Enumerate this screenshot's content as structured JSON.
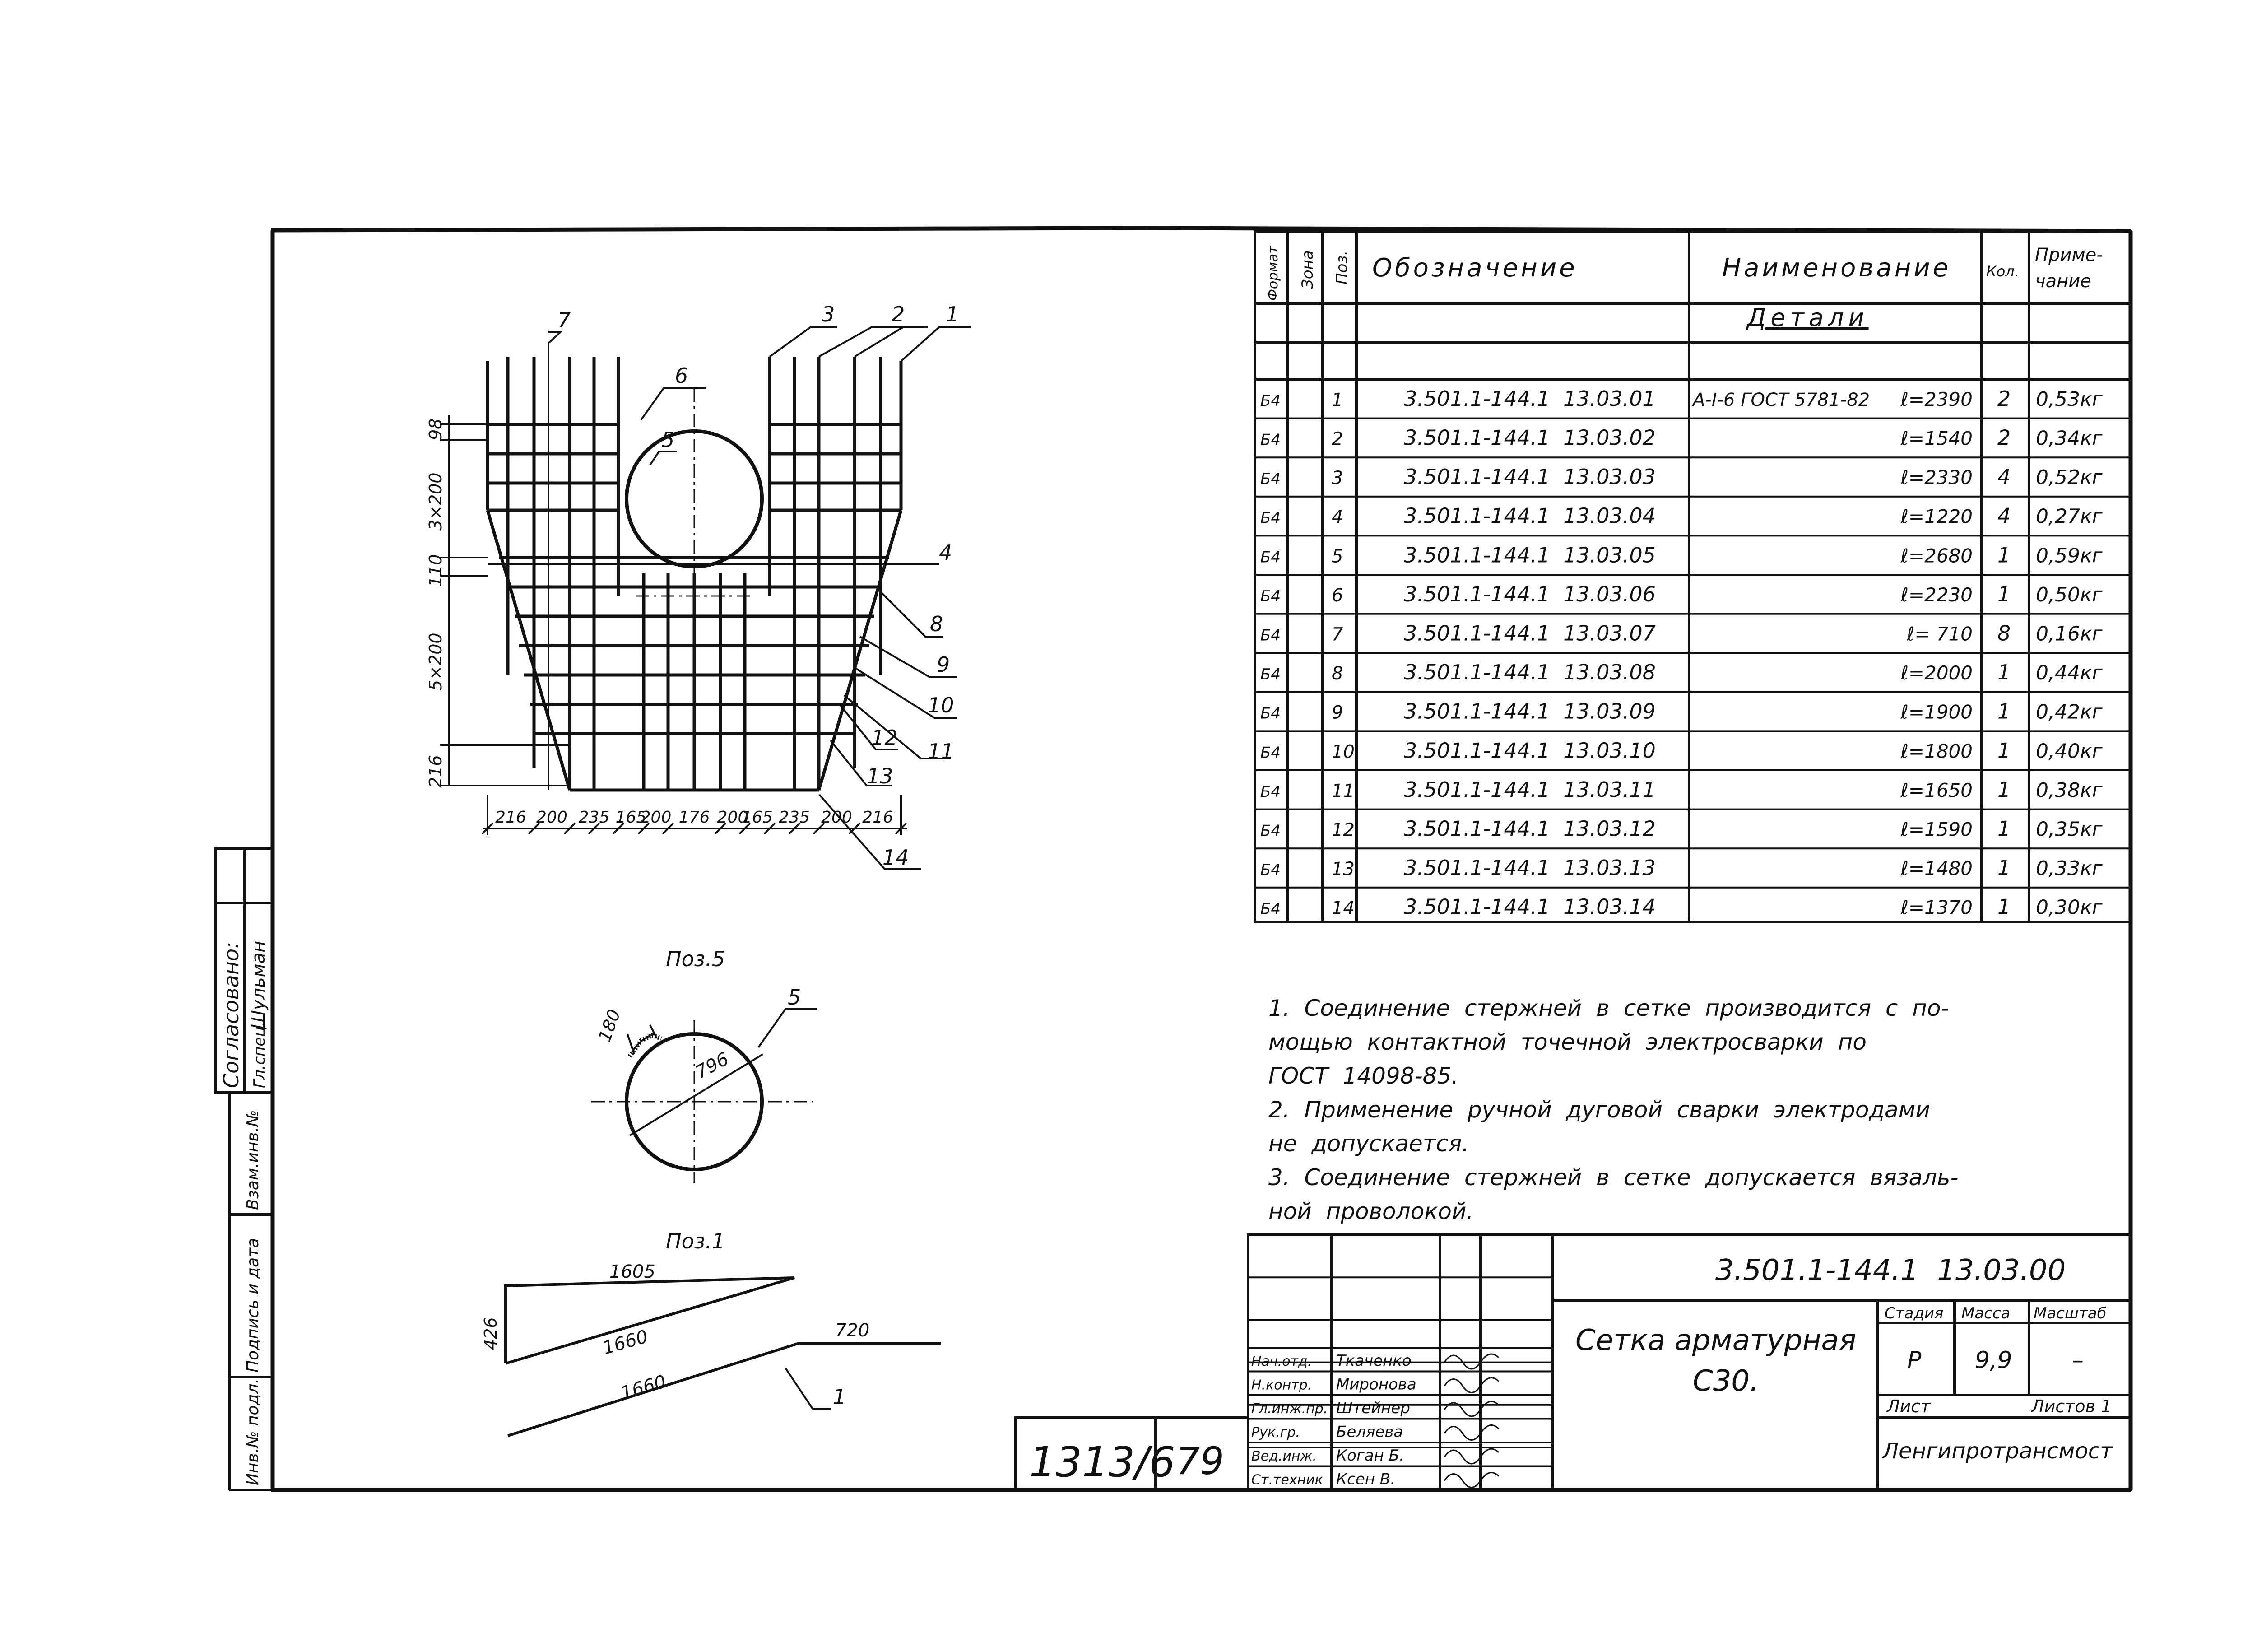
{
  "spec": {
    "headers": [
      "Формат",
      "Зона",
      "Поз.",
      "Обозначение",
      "Наименование",
      "Кол.",
      "Приме-",
      "чание"
    ],
    "section_title": "Детали",
    "rows": [
      {
        "fmt": "Б4",
        "pos": "1",
        "code": "3.501.1-144.1  13.03.01",
        "name_prefix": "А-I-6 ГОСТ 5781-82",
        "name": "ℓ=2390",
        "qty": "2",
        "note": "0,53кг"
      },
      {
        "fmt": "Б4",
        "pos": "2",
        "code": "3.501.1-144.1  13.03.02",
        "name_prefix": "",
        "name": "ℓ=1540",
        "qty": "2",
        "note": "0,34кг"
      },
      {
        "fmt": "Б4",
        "pos": "3",
        "code": "3.501.1-144.1  13.03.03",
        "name_prefix": "",
        "name": "ℓ=2330",
        "qty": "4",
        "note": "0,52кг"
      },
      {
        "fmt": "Б4",
        "pos": "4",
        "code": "3.501.1-144.1  13.03.04",
        "name_prefix": "",
        "name": "ℓ=1220",
        "qty": "4",
        "note": "0,27кг"
      },
      {
        "fmt": "Б4",
        "pos": "5",
        "code": "3.501.1-144.1  13.03.05",
        "name_prefix": "",
        "name": "ℓ=2680",
        "qty": "1",
        "note": "0,59кг"
      },
      {
        "fmt": "Б4",
        "pos": "6",
        "code": "3.501.1-144.1  13.03.06",
        "name_prefix": "",
        "name": "ℓ=2230",
        "qty": "1",
        "note": "0,50кг"
      },
      {
        "fmt": "Б4",
        "pos": "7",
        "code": "3.501.1-144.1  13.03.07",
        "name_prefix": "",
        "name": "ℓ= 710",
        "qty": "8",
        "note": "0,16кг"
      },
      {
        "fmt": "Б4",
        "pos": "8",
        "code": "3.501.1-144.1  13.03.08",
        "name_prefix": "",
        "name": "ℓ=2000",
        "qty": "1",
        "note": "0,44кг"
      },
      {
        "fmt": "Б4",
        "pos": "9",
        "code": "3.501.1-144.1  13.03.09",
        "name_prefix": "",
        "name": "ℓ=1900",
        "qty": "1",
        "note": "0,42кг"
      },
      {
        "fmt": "Б4",
        "pos": "10",
        "code": "3.501.1-144.1  13.03.10",
        "name_prefix": "",
        "name": "ℓ=1800",
        "qty": "1",
        "note": "0,40кг"
      },
      {
        "fmt": "Б4",
        "pos": "11",
        "code": "3.501.1-144.1  13.03.11",
        "name_prefix": "",
        "name": "ℓ=1650",
        "qty": "1",
        "note": "0,38кг"
      },
      {
        "fmt": "Б4",
        "pos": "12",
        "code": "3.501.1-144.1  13.03.12",
        "name_prefix": "",
        "name": "ℓ=1590",
        "qty": "1",
        "note": "0,35кг"
      },
      {
        "fmt": "Б4",
        "pos": "13",
        "code": "3.501.1-144.1  13.03.13",
        "name_prefix": "",
        "name": "ℓ=1480",
        "qty": "1",
        "note": "0,33кг"
      },
      {
        "fmt": "Б4",
        "pos": "14",
        "code": "3.501.1-144.1  13.03.14",
        "name_prefix": "",
        "name": "ℓ=1370",
        "qty": "1",
        "note": "0,30кг"
      }
    ]
  },
  "drawing": {
    "leaders": [
      "7",
      "3",
      "2",
      "1",
      "6",
      "5",
      "4",
      "8",
      "9",
      "10",
      "11",
      "12",
      "13",
      "14"
    ],
    "left_dims": [
      "98",
      "3×200",
      "110",
      "5×200",
      "216"
    ],
    "bottom_dims": [
      "216",
      "200",
      "235",
      "165",
      "200",
      "176",
      "200",
      "165",
      "235",
      "200",
      "216"
    ]
  },
  "pos5": {
    "title": "Поз.5",
    "leader": "5",
    "dim_180": "180",
    "dim_diameter": "796"
  },
  "pos1": {
    "title": "Поз.1",
    "dim_1605": "1605",
    "dim_426": "426",
    "dim_1660a": "1660",
    "dim_1660b": "1660",
    "dim_720": "720",
    "leader": "1"
  },
  "notes": [
    "1.  Соединение  стержней  в  сетке  производится  с  по-",
    "мощью  контактной  точечной  электросварки  по",
    "ГОСТ  14098-85.",
    "2.  Применение  ручной  дуговой  сварки  электродами",
    "не  допускается.",
    "3.  Соединение  стержней  в  сетке  допускается  вязаль-",
    "ной  проволокой."
  ],
  "title_block": {
    "doc_code": "3.501.1-144.1  13.03.00",
    "title_line1": "Сетка арматурная",
    "title_line2": "С30.",
    "stage_label": "Стадия",
    "mass_label": "Масса",
    "scale_label": "Масштаб",
    "stage": "Р",
    "mass": "9,9",
    "scale": "–",
    "sheet_label": "Лист",
    "sheets_label": "Листов 1",
    "org": "Ленгипротрансмост",
    "signers": [
      {
        "role": "Нач.отд.",
        "name": "Ткаченко"
      },
      {
        "role": "Н.контр.",
        "name": "Миронова"
      },
      {
        "role": "Гл.инж.пр.",
        "name": "Штейнер"
      },
      {
        "role": "Рук.гр.",
        "name": "Беляева"
      },
      {
        "role": "Вед.инж.",
        "name": "Коган Б."
      },
      {
        "role": "Ст.техник",
        "name": "Ксен В."
      }
    ]
  },
  "stamp": {
    "archive": "1313/6",
    "page": "79"
  },
  "side_strip": {
    "agreed": "Согласовано:",
    "agreed_role": "Гл.спец.",
    "agreed_name": "Шульман",
    "replace": "Взам.инв.№",
    "signdate": "Подпись и дата",
    "inv": "Инв.№ подл."
  }
}
